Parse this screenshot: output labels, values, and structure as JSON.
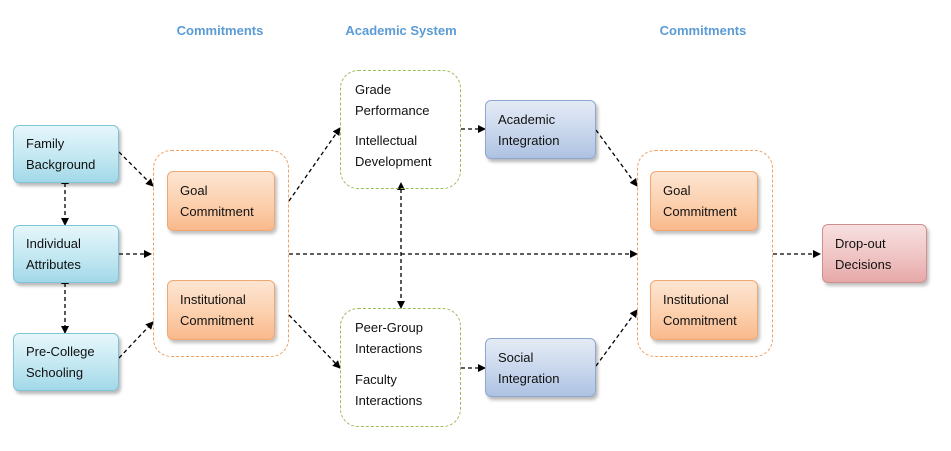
{
  "headers": {
    "left": "Commitments",
    "center": "Academic System",
    "right": "Commitments"
  },
  "inputs": {
    "family": [
      "Family",
      "Background"
    ],
    "individual": [
      "Individual",
      "Attributes"
    ],
    "precollege": [
      "Pre-College",
      "Schooling"
    ]
  },
  "left_commitments": {
    "goal": [
      "Goal",
      "Commitment"
    ],
    "institutional": [
      "Institutional",
      "Commitment"
    ]
  },
  "academic_system": {
    "lines": [
      "Grade",
      "Performance",
      "Intellectual",
      "Development"
    ]
  },
  "social_system": {
    "lines": [
      "Peer-Group",
      "Interactions",
      "Faculty",
      "Interactions"
    ]
  },
  "integration": {
    "academic": [
      "Academic",
      "Integration"
    ],
    "social": [
      "Social",
      "Integration"
    ]
  },
  "right_commitments": {
    "goal": [
      "Goal",
      "Commitment"
    ],
    "institutional": [
      "Institutional",
      "Commitment"
    ]
  },
  "outcome": [
    "Drop-out",
    "Decisions"
  ],
  "colors": {
    "header": "#5b9bd5",
    "input_box": "#c3e8f2",
    "commitment_box": "#fcd0ae",
    "integration_box": "#c8d6ec",
    "outcome_box": "#f0c4c4",
    "commitment_group_border": "#f0a060",
    "system_group_border": "#9bbb59",
    "arrow": "#000000"
  }
}
